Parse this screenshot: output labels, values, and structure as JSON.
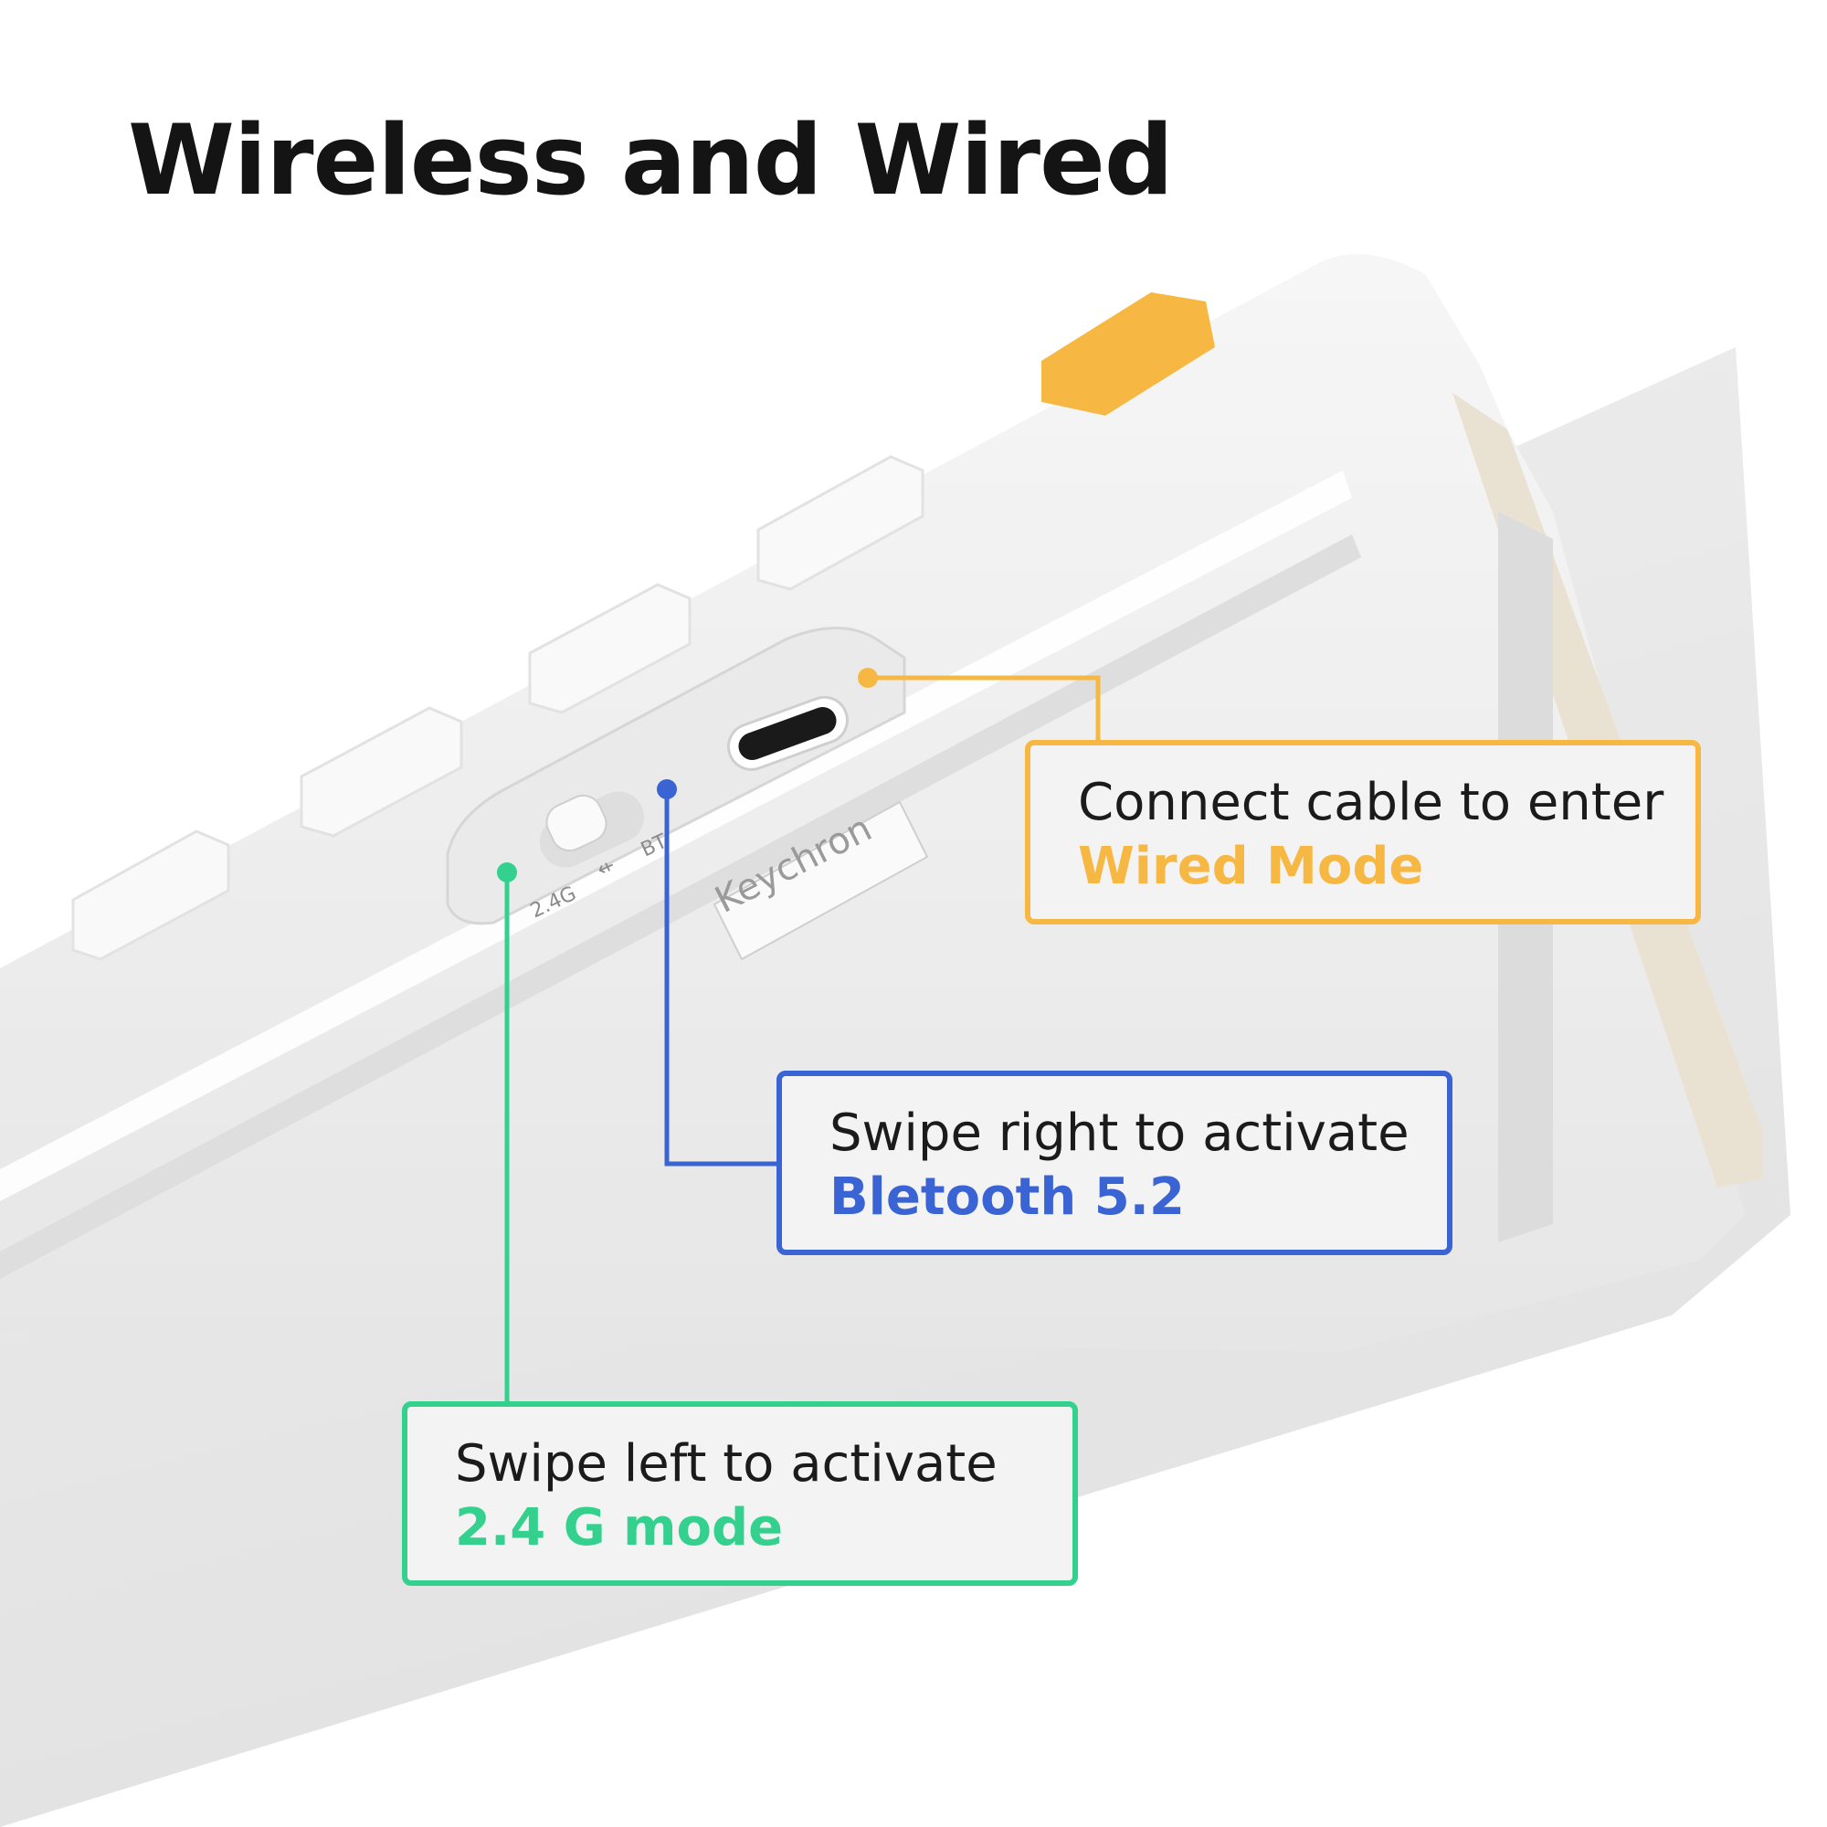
{
  "title": "Wireless and Wired",
  "product": {
    "brand_logo_text": "Keychron",
    "switch_labels": [
      "2.4G",
      "BT"
    ]
  },
  "callouts": {
    "wired": {
      "line1": "Connect cable to enter",
      "line2": "Wired Mode",
      "color": "#f7b843"
    },
    "bluetooth": {
      "line1": "Swipe right to activate",
      "line2": "Bletooth 5.2",
      "color": "#3a63d4"
    },
    "g24": {
      "line1": "Swipe left to activate",
      "line2": "2.4 G mode",
      "color": "#34d08e"
    }
  },
  "colors": {
    "body_white": "#f4f4f4",
    "shadow_grey": "#dcdcdc",
    "accent_key": "#f7b843"
  },
  "icons": [
    "usb-c-port-icon",
    "usb-symbol-icon",
    "mode-switch-icon"
  ]
}
